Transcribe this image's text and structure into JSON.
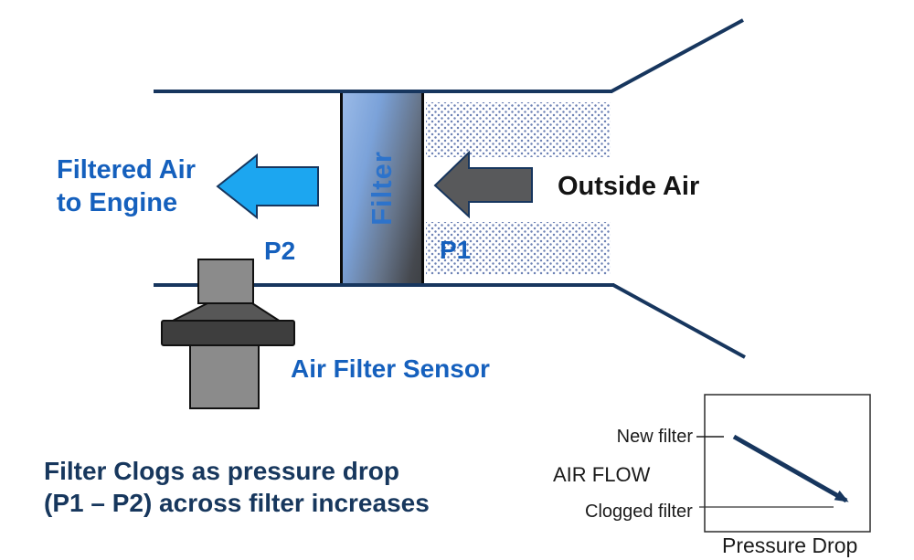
{
  "colors": {
    "navy_lines": "#17365E",
    "label_blue": "#1560BD",
    "filter_text_blue": "#2D73CB",
    "caption_navy": "#17375D",
    "arrow_blue_fill": "#1CA6F0",
    "arrow_gray_fill": "#58595B",
    "sensor_gray_light": "#8B8B8B",
    "sensor_gray_mid": "#575757",
    "sensor_gray_dark": "#3E3E3E",
    "dot_texture_blue": "#6F83B5",
    "text_black": "#141414"
  },
  "diagram": {
    "filtered_air_line1": "Filtered Air",
    "filtered_air_line2": "to Engine",
    "p2_label": "P2",
    "p1_label": "P1",
    "filter_label": "Filter",
    "outside_air_label": "Outside Air",
    "sensor_label": "Air Filter Sensor",
    "caption_line1": "Filter Clogs as pressure drop",
    "caption_line2": "(P1 – P2) across filter increases"
  },
  "chart": {
    "new_filter_label": "New filter",
    "air_flow_label": "AIR FLOW",
    "clogged_filter_label": "Clogged filter",
    "pressure_drop_label": "Pressure Drop"
  },
  "chart_data": {
    "type": "line",
    "title": "",
    "xlabel": "Pressure Drop",
    "ylabel": "AIR FLOW",
    "axes_numeric": false,
    "grid": false,
    "legend": false,
    "series": [
      {
        "name": "Air flow vs pressure drop across filter",
        "trend": "decreasing",
        "style": "thick navy straight arrow",
        "points": [
          {
            "x": "low pressure drop",
            "y": "high air flow",
            "label": "New filter"
          },
          {
            "x": "high pressure drop",
            "y": "low air flow",
            "label": "Clogged filter"
          }
        ]
      }
    ],
    "annotations": [
      {
        "text": "New filter",
        "position": "outside left, at line start level"
      },
      {
        "text": "Clogged filter",
        "position": "outside left, at line end level, with reference line"
      }
    ]
  }
}
